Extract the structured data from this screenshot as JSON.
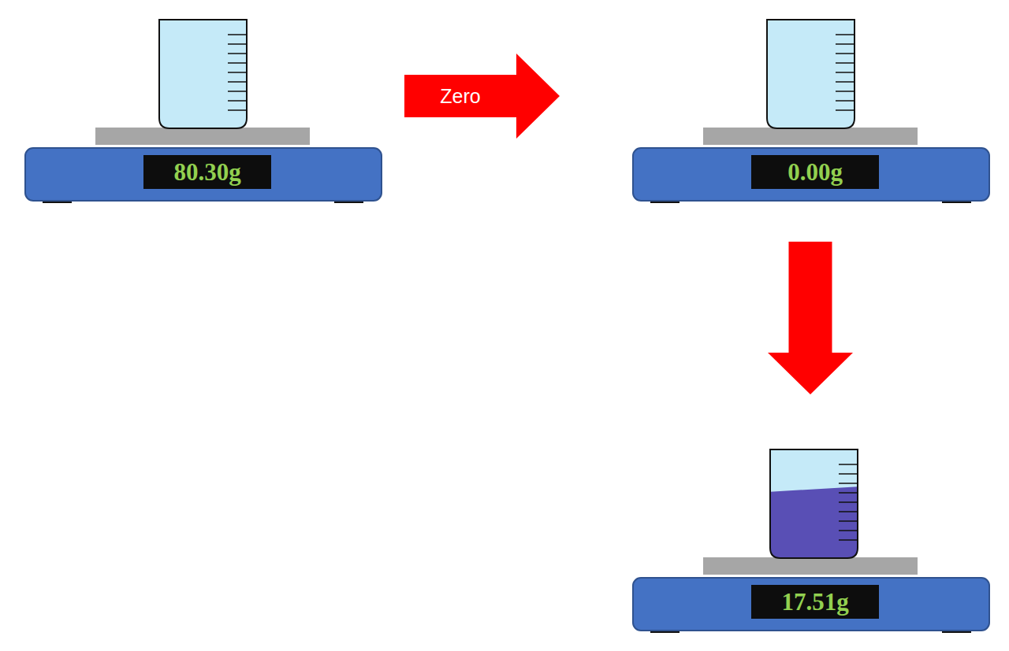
{
  "diagram": {
    "nodes": [
      {
        "text": [
          "80.30g"
        ]
      },
      {
        "text": [
          "0.00g"
        ]
      },
      {
        "text": [
          "17.51g"
        ]
      }
    ],
    "edges": [
      {
        "from": 0,
        "to": 1,
        "arrow": "to",
        "label": "Zero"
      },
      {
        "from": 1,
        "to": 2,
        "arrow": "to"
      }
    ]
  }
}
